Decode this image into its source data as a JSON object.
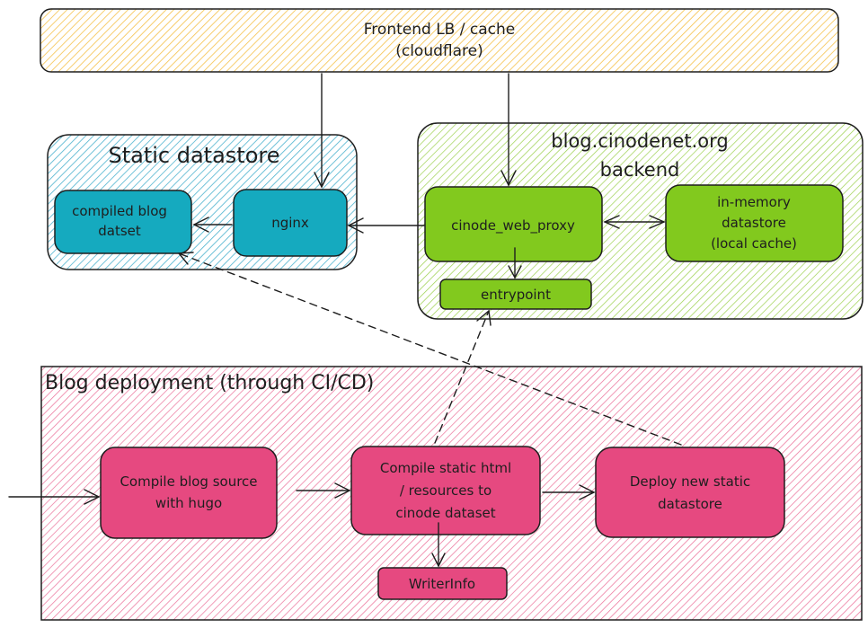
{
  "colors": {
    "frontend_hatch": "#f5c14a",
    "static_hatch": "#4eb3cf",
    "static_node": "#15aabf",
    "backend_hatch": "#9bd04c",
    "backend_node": "#82c91e",
    "deploy_hatch": "#eb6f98",
    "deploy_node": "#e64980",
    "stroke": "#1e1e1e"
  },
  "frontend": {
    "line1": "Frontend LB / cache",
    "line2": "(cloudflare)"
  },
  "static_group": {
    "title": "Static datastore",
    "nodes": {
      "compiled": {
        "line1": "compiled blog",
        "line2": "datset"
      },
      "nginx": {
        "line1": "nginx"
      }
    }
  },
  "backend_group": {
    "title_line1": "blog.cinodenet.org",
    "title_line2": "backend",
    "nodes": {
      "proxy": {
        "line1": "cinode_web_proxy"
      },
      "memory": {
        "line1": "in-memory",
        "line2": "datastore",
        "line3": "(local cache)"
      },
      "entrypoint": {
        "line1": "entrypoint"
      }
    }
  },
  "deploy_group": {
    "title": "Blog deployment (through CI/CD)",
    "nodes": {
      "hugo": {
        "line1": "Compile blog source",
        "line2": "with hugo"
      },
      "compile": {
        "line1": "Compile static html",
        "line2": "/ resources to",
        "line3": "cinode dataset"
      },
      "deploy": {
        "line1": "Deploy new static",
        "line2": "datastore"
      },
      "writer": {
        "line1": "WriterInfo"
      }
    }
  }
}
